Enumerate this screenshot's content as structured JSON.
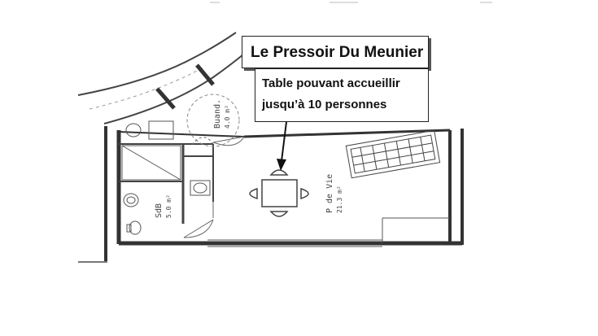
{
  "callout": {
    "title": "Le Pressoir Du Meunier",
    "note_line1": "Table pouvant accueillir",
    "note_line2": "jusqu’à 10 personnes"
  },
  "rooms": {
    "buanderie_name": "Buand.",
    "buanderie_area": "4.0 m²",
    "sdb_name": "SdB",
    "sdb_area": "5.0 m²",
    "piece_de_vie_name": "P de Vie",
    "piece_de_vie_area": "21.3 m²"
  },
  "colors": {
    "wall": "#333333",
    "line": "#555555",
    "callout_border": "#222222"
  }
}
